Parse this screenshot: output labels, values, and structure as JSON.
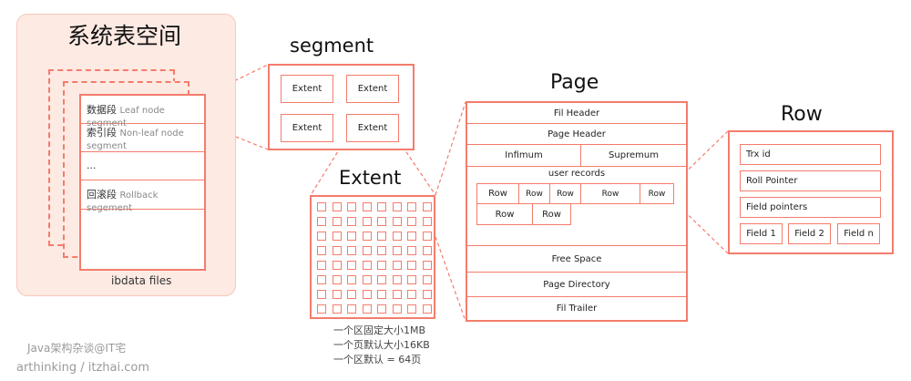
{
  "tablespace": {
    "title": "系统表空间",
    "file_label": "ibdata files",
    "rows": [
      {
        "cn": "数据段",
        "en": "Leaf node segment"
      },
      {
        "cn": "索引段",
        "en": "Non-leaf node segment"
      },
      {
        "cn": "...",
        "en": ""
      },
      {
        "cn": "回滚段",
        "en": "Rollback segement"
      }
    ]
  },
  "segment": {
    "title": "segment",
    "extents": [
      "Extent",
      "Extent",
      "Extent",
      "Extent"
    ]
  },
  "extent": {
    "title": "Extent",
    "notes": [
      "一个区固定大小1MB",
      "一个页默认大小16KB",
      "一个区默认 = 64页"
    ]
  },
  "page": {
    "title": "Page",
    "fil_header": "Fil Header",
    "page_header": "Page Header",
    "infimum": "Infimum",
    "supremum": "Supremum",
    "user_records": "user records",
    "records_row1": [
      "Row",
      "Row",
      "Row",
      "Row",
      "Row"
    ],
    "records_row2": [
      "Row",
      "Row"
    ],
    "free_space": "Free Space",
    "page_directory": "Page Directory",
    "fil_trailer": "Fil Trailer"
  },
  "row": {
    "title": "Row",
    "trx_id": "Trx id",
    "roll_pointer": "Roll Pointer",
    "field_pointers": "Field pointers",
    "fields": [
      "Field 1",
      "Field 2",
      "Field n"
    ]
  },
  "watermark": {
    "line1": "Java架构杂谈@IT宅",
    "line2": "arthinking / itzhai.com"
  },
  "colors": {
    "accent": "#f47c6c",
    "panel_bg": "#fdeae3"
  }
}
